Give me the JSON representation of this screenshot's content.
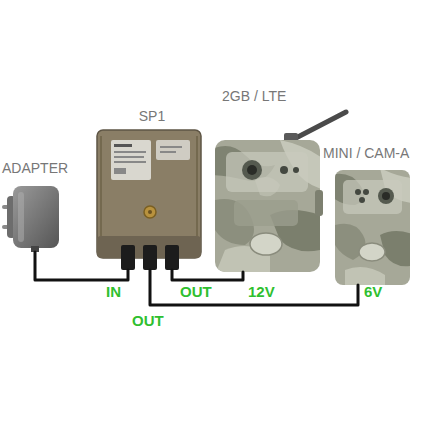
{
  "diagram": {
    "nodes": [
      {
        "text": [
          "ADAPTER"
        ]
      },
      {
        "text": [
          "SP1"
        ]
      },
      {
        "text": [
          "2GB / LTE"
        ]
      },
      {
        "text": [
          "MINI / CAM-A"
        ]
      }
    ],
    "edges": [
      {
        "from": 0,
        "to": 1,
        "arrow": "none"
      },
      {
        "from": 1,
        "to": 2,
        "arrow": "none"
      },
      {
        "from": 1,
        "to": 3,
        "arrow": "none"
      }
    ],
    "labels": [
      "IN",
      "OUT",
      "12V",
      "OUT",
      "6V"
    ]
  }
}
